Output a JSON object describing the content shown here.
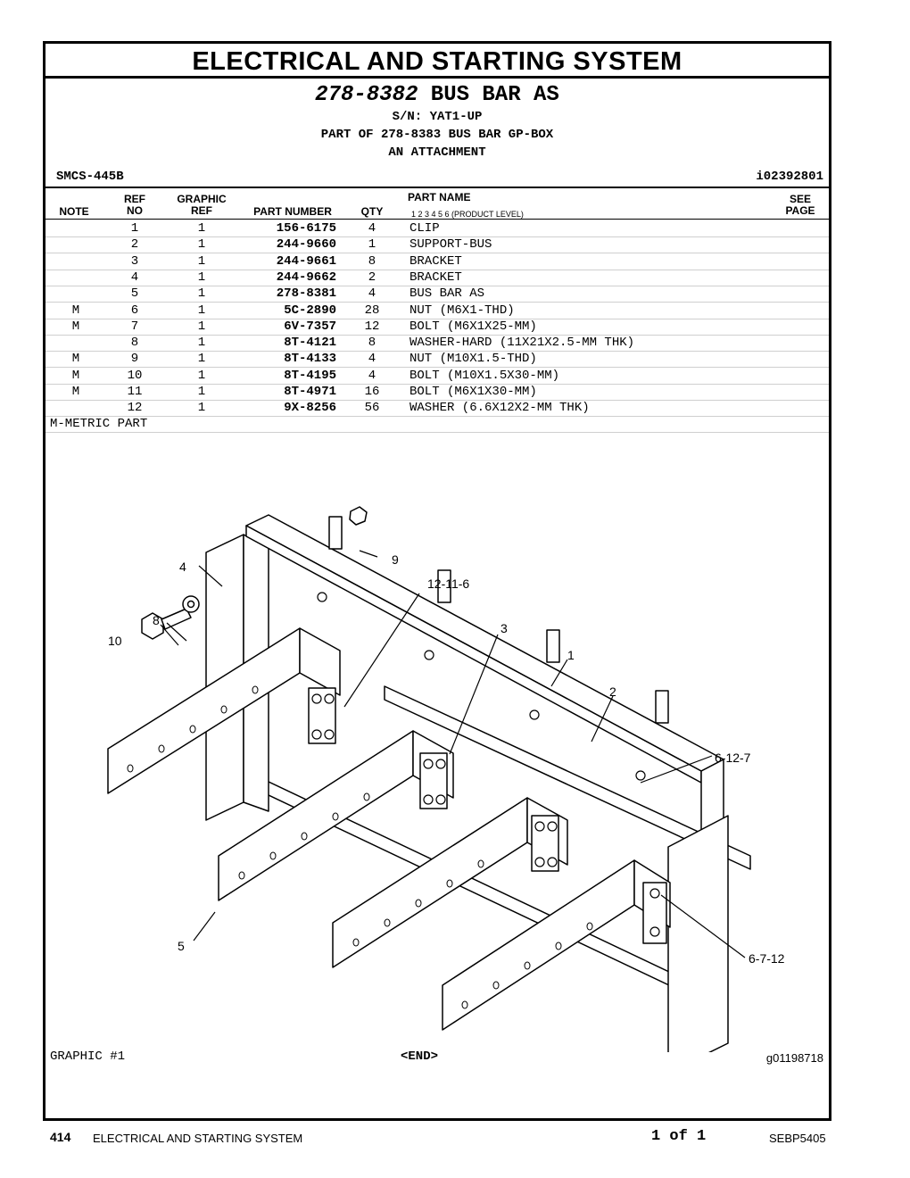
{
  "page_title": "ELECTRICAL AND STARTING SYSTEM",
  "header": {
    "part_number": "278-8382",
    "part_desc": "BUS BAR AS",
    "serial": "S/N: YAT1-UP",
    "part_of": "PART OF 278-8383 BUS BAR GP-BOX",
    "attachment": "AN ATTACHMENT",
    "smcs": "SMCS-445B",
    "illustration_id": "i02392801"
  },
  "columns": {
    "note": "NOTE",
    "ref_no_1": "REF",
    "ref_no_2": "NO",
    "graphic_ref_1": "GRAPHIC",
    "graphic_ref_2": "REF",
    "part_number": "PART NUMBER",
    "qty": "QTY",
    "part_name": "PART NAME",
    "levels": "1   2   3   4   5   6   (PRODUCT LEVEL)",
    "see_page_1": "SEE",
    "see_page_2": "PAGE"
  },
  "parts": [
    {
      "note": "",
      "ref": "1",
      "gref": "1",
      "pn": "156-6175",
      "qty": "4",
      "name": "CLIP"
    },
    {
      "note": "",
      "ref": "2",
      "gref": "1",
      "pn": "244-9660",
      "qty": "1",
      "name": "SUPPORT-BUS"
    },
    {
      "note": "",
      "ref": "3",
      "gref": "1",
      "pn": "244-9661",
      "qty": "8",
      "name": "BRACKET"
    },
    {
      "note": "",
      "ref": "4",
      "gref": "1",
      "pn": "244-9662",
      "qty": "2",
      "name": "BRACKET"
    },
    {
      "note": "",
      "ref": "5",
      "gref": "1",
      "pn": "278-8381",
      "qty": "4",
      "name": "BUS BAR AS"
    },
    {
      "note": "M",
      "ref": "6",
      "gref": "1",
      "pn": "5C-2890",
      "qty": "28",
      "name": "NUT (M6X1-THD)"
    },
    {
      "note": "M",
      "ref": "7",
      "gref": "1",
      "pn": "6V-7357",
      "qty": "12",
      "name": "BOLT (M6X1X25-MM)"
    },
    {
      "note": "",
      "ref": "8",
      "gref": "1",
      "pn": "8T-4121",
      "qty": "8",
      "name": "WASHER-HARD (11X21X2.5-MM THK)"
    },
    {
      "note": "M",
      "ref": "9",
      "gref": "1",
      "pn": "8T-4133",
      "qty": "4",
      "name": "NUT (M10X1.5-THD)"
    },
    {
      "note": "M",
      "ref": "10",
      "gref": "1",
      "pn": "8T-4195",
      "qty": "4",
      "name": "BOLT (M10X1.5X30-MM)"
    },
    {
      "note": "M",
      "ref": "11",
      "gref": "1",
      "pn": "8T-4971",
      "qty": "16",
      "name": "BOLT (M6X1X30-MM)"
    },
    {
      "note": "",
      "ref": "12",
      "gref": "1",
      "pn": "9X-8256",
      "qty": "56",
      "name": "WASHER (6.6X12X2-MM THK)"
    }
  ],
  "metric_note": "M-METRIC PART",
  "callouts": {
    "c4": "4",
    "c9": "9",
    "c8": "8",
    "c10": "10",
    "c12_11_6": "12-11-6",
    "c3": "3",
    "c1": "1",
    "c2": "2",
    "c6_12_7": "6-12-7",
    "c5": "5",
    "c6_7_12": "6-7-12"
  },
  "graphic_label": "GRAPHIC #1",
  "end_label": "<END>",
  "graphic_id": "g01198718",
  "footer": {
    "page_number": "414",
    "section": "ELECTRICAL AND STARTING SYSTEM",
    "page_of": "1 of 1",
    "doc_id": "SEBP5405"
  }
}
